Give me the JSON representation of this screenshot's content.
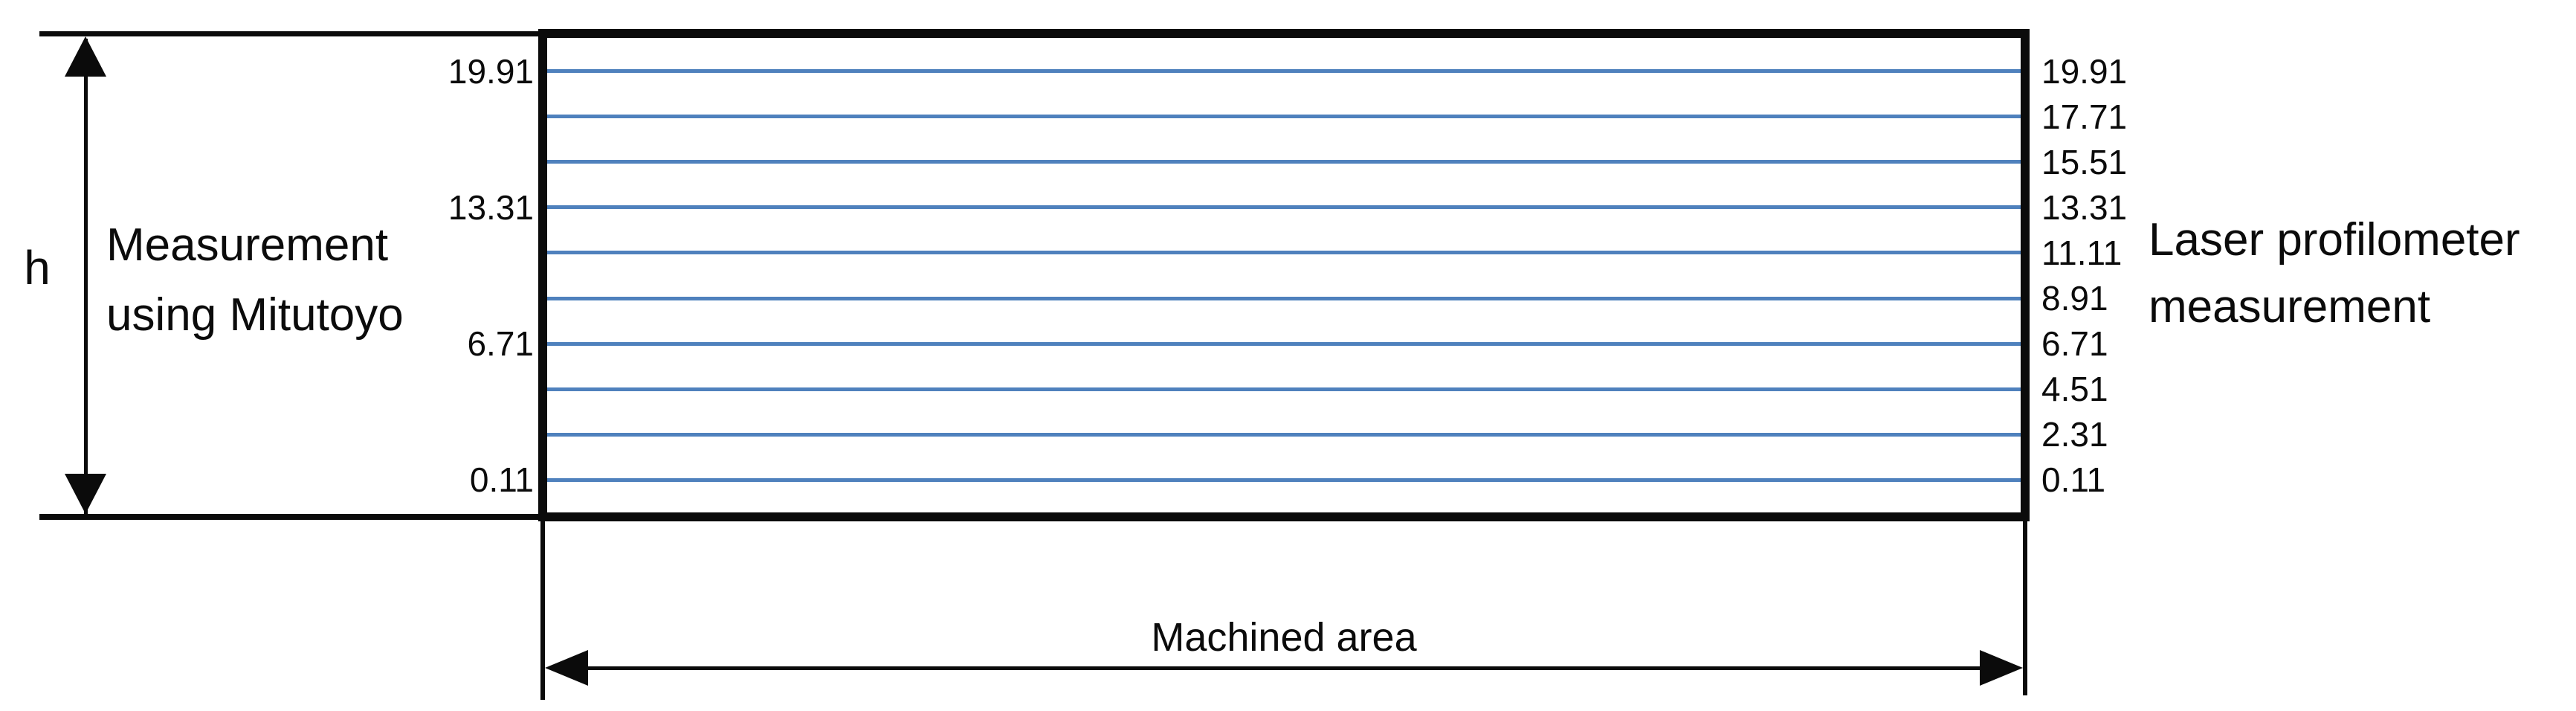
{
  "colors": {
    "ink": "#0b0b0b",
    "scan_line_blue": "#4f81bd",
    "background": "#ffffff"
  },
  "left_dimension": {
    "label": "h",
    "caption_lines": [
      "Measurement",
      "using Mitutoyo"
    ]
  },
  "right_caption_lines": [
    "Laser profilometer",
    "measurement"
  ],
  "bottom_dimension_label": "Machined area",
  "scan_lines": [
    {
      "value": 19.91,
      "left_label": "19.91",
      "right_label": "19.91"
    },
    {
      "value": 17.71,
      "left_label": null,
      "right_label": "17.71"
    },
    {
      "value": 15.51,
      "left_label": null,
      "right_label": "15.51"
    },
    {
      "value": 13.31,
      "left_label": "13.31",
      "right_label": "13.31"
    },
    {
      "value": 11.11,
      "left_label": null,
      "right_label": "11.11"
    },
    {
      "value": 8.91,
      "left_label": null,
      "right_label": "8.91"
    },
    {
      "value": 6.71,
      "left_label": "6.71",
      "right_label": "6.71"
    },
    {
      "value": 4.51,
      "left_label": null,
      "right_label": "4.51"
    },
    {
      "value": 2.31,
      "left_label": null,
      "right_label": "2.31"
    },
    {
      "value": 0.11,
      "left_label": "0.11",
      "right_label": "0.11"
    }
  ]
}
